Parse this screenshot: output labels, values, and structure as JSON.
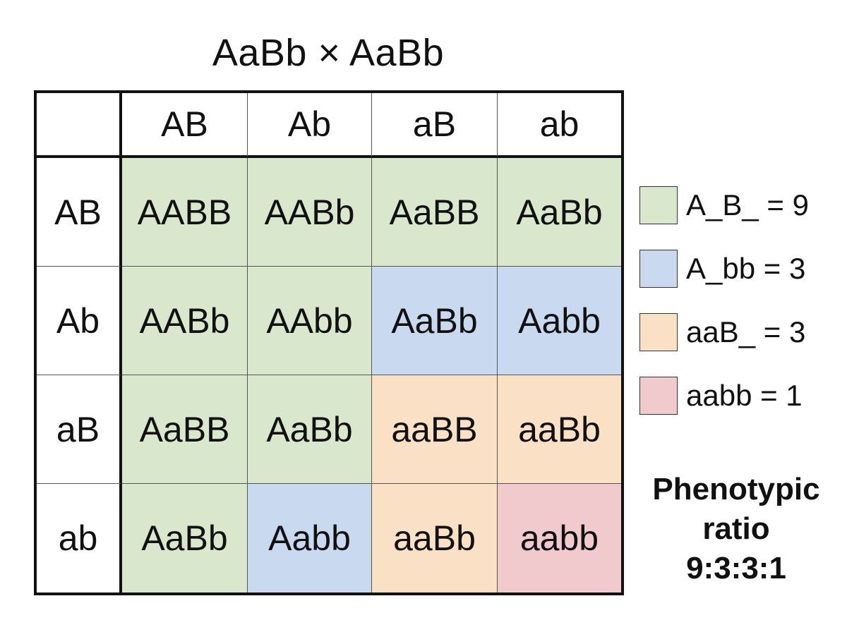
{
  "title": "AaBb × AaBb",
  "colors": {
    "A_B_": "#d9e8cc",
    "A_bb": "#c9d9ef",
    "aaB_": "#fae0c4",
    "aabb": "#f0cacd",
    "header": "#ffffff",
    "border": "#111111"
  },
  "punnett": {
    "column_gametes": [
      "AB",
      "Ab",
      "aB",
      "ab"
    ],
    "row_gametes": [
      "AB",
      "Ab",
      "aB",
      "ab"
    ],
    "cells": [
      [
        {
          "genotype": "AABB",
          "phenotype": "A_B_"
        },
        {
          "genotype": "AABb",
          "phenotype": "A_B_"
        },
        {
          "genotype": "AaBB",
          "phenotype": "A_B_"
        },
        {
          "genotype": "AaBb",
          "phenotype": "A_B_"
        }
      ],
      [
        {
          "genotype": "AABb",
          "phenotype": "A_B_"
        },
        {
          "genotype": "AAbb",
          "phenotype": "A_B_"
        },
        {
          "genotype": "AaBb",
          "phenotype": "A_bb"
        },
        {
          "genotype": "Aabb",
          "phenotype": "A_bb"
        }
      ],
      [
        {
          "genotype": "AaBB",
          "phenotype": "A_B_"
        },
        {
          "genotype": "AaBb",
          "phenotype": "A_B_"
        },
        {
          "genotype": "aaBB",
          "phenotype": "aaB_"
        },
        {
          "genotype": "aaBb",
          "phenotype": "aaB_"
        }
      ],
      [
        {
          "genotype": "AaBb",
          "phenotype": "A_B_"
        },
        {
          "genotype": "Aabb",
          "phenotype": "A_bb"
        },
        {
          "genotype": "aaBb",
          "phenotype": "aaB_"
        },
        {
          "genotype": "aabb",
          "phenotype": "aabb"
        }
      ]
    ]
  },
  "legend": [
    {
      "key": "A_B_",
      "label": "A_B_ = 9"
    },
    {
      "key": "A_bb",
      "label": "A_bb = 3"
    },
    {
      "key": "aaB_",
      "label": "aaB_ = 3"
    },
    {
      "key": "aabb",
      "label": "aabb = 1"
    }
  ],
  "ratio": {
    "line1": "Phenotypic",
    "line2": "ratio",
    "line3": "9:3:3:1"
  }
}
